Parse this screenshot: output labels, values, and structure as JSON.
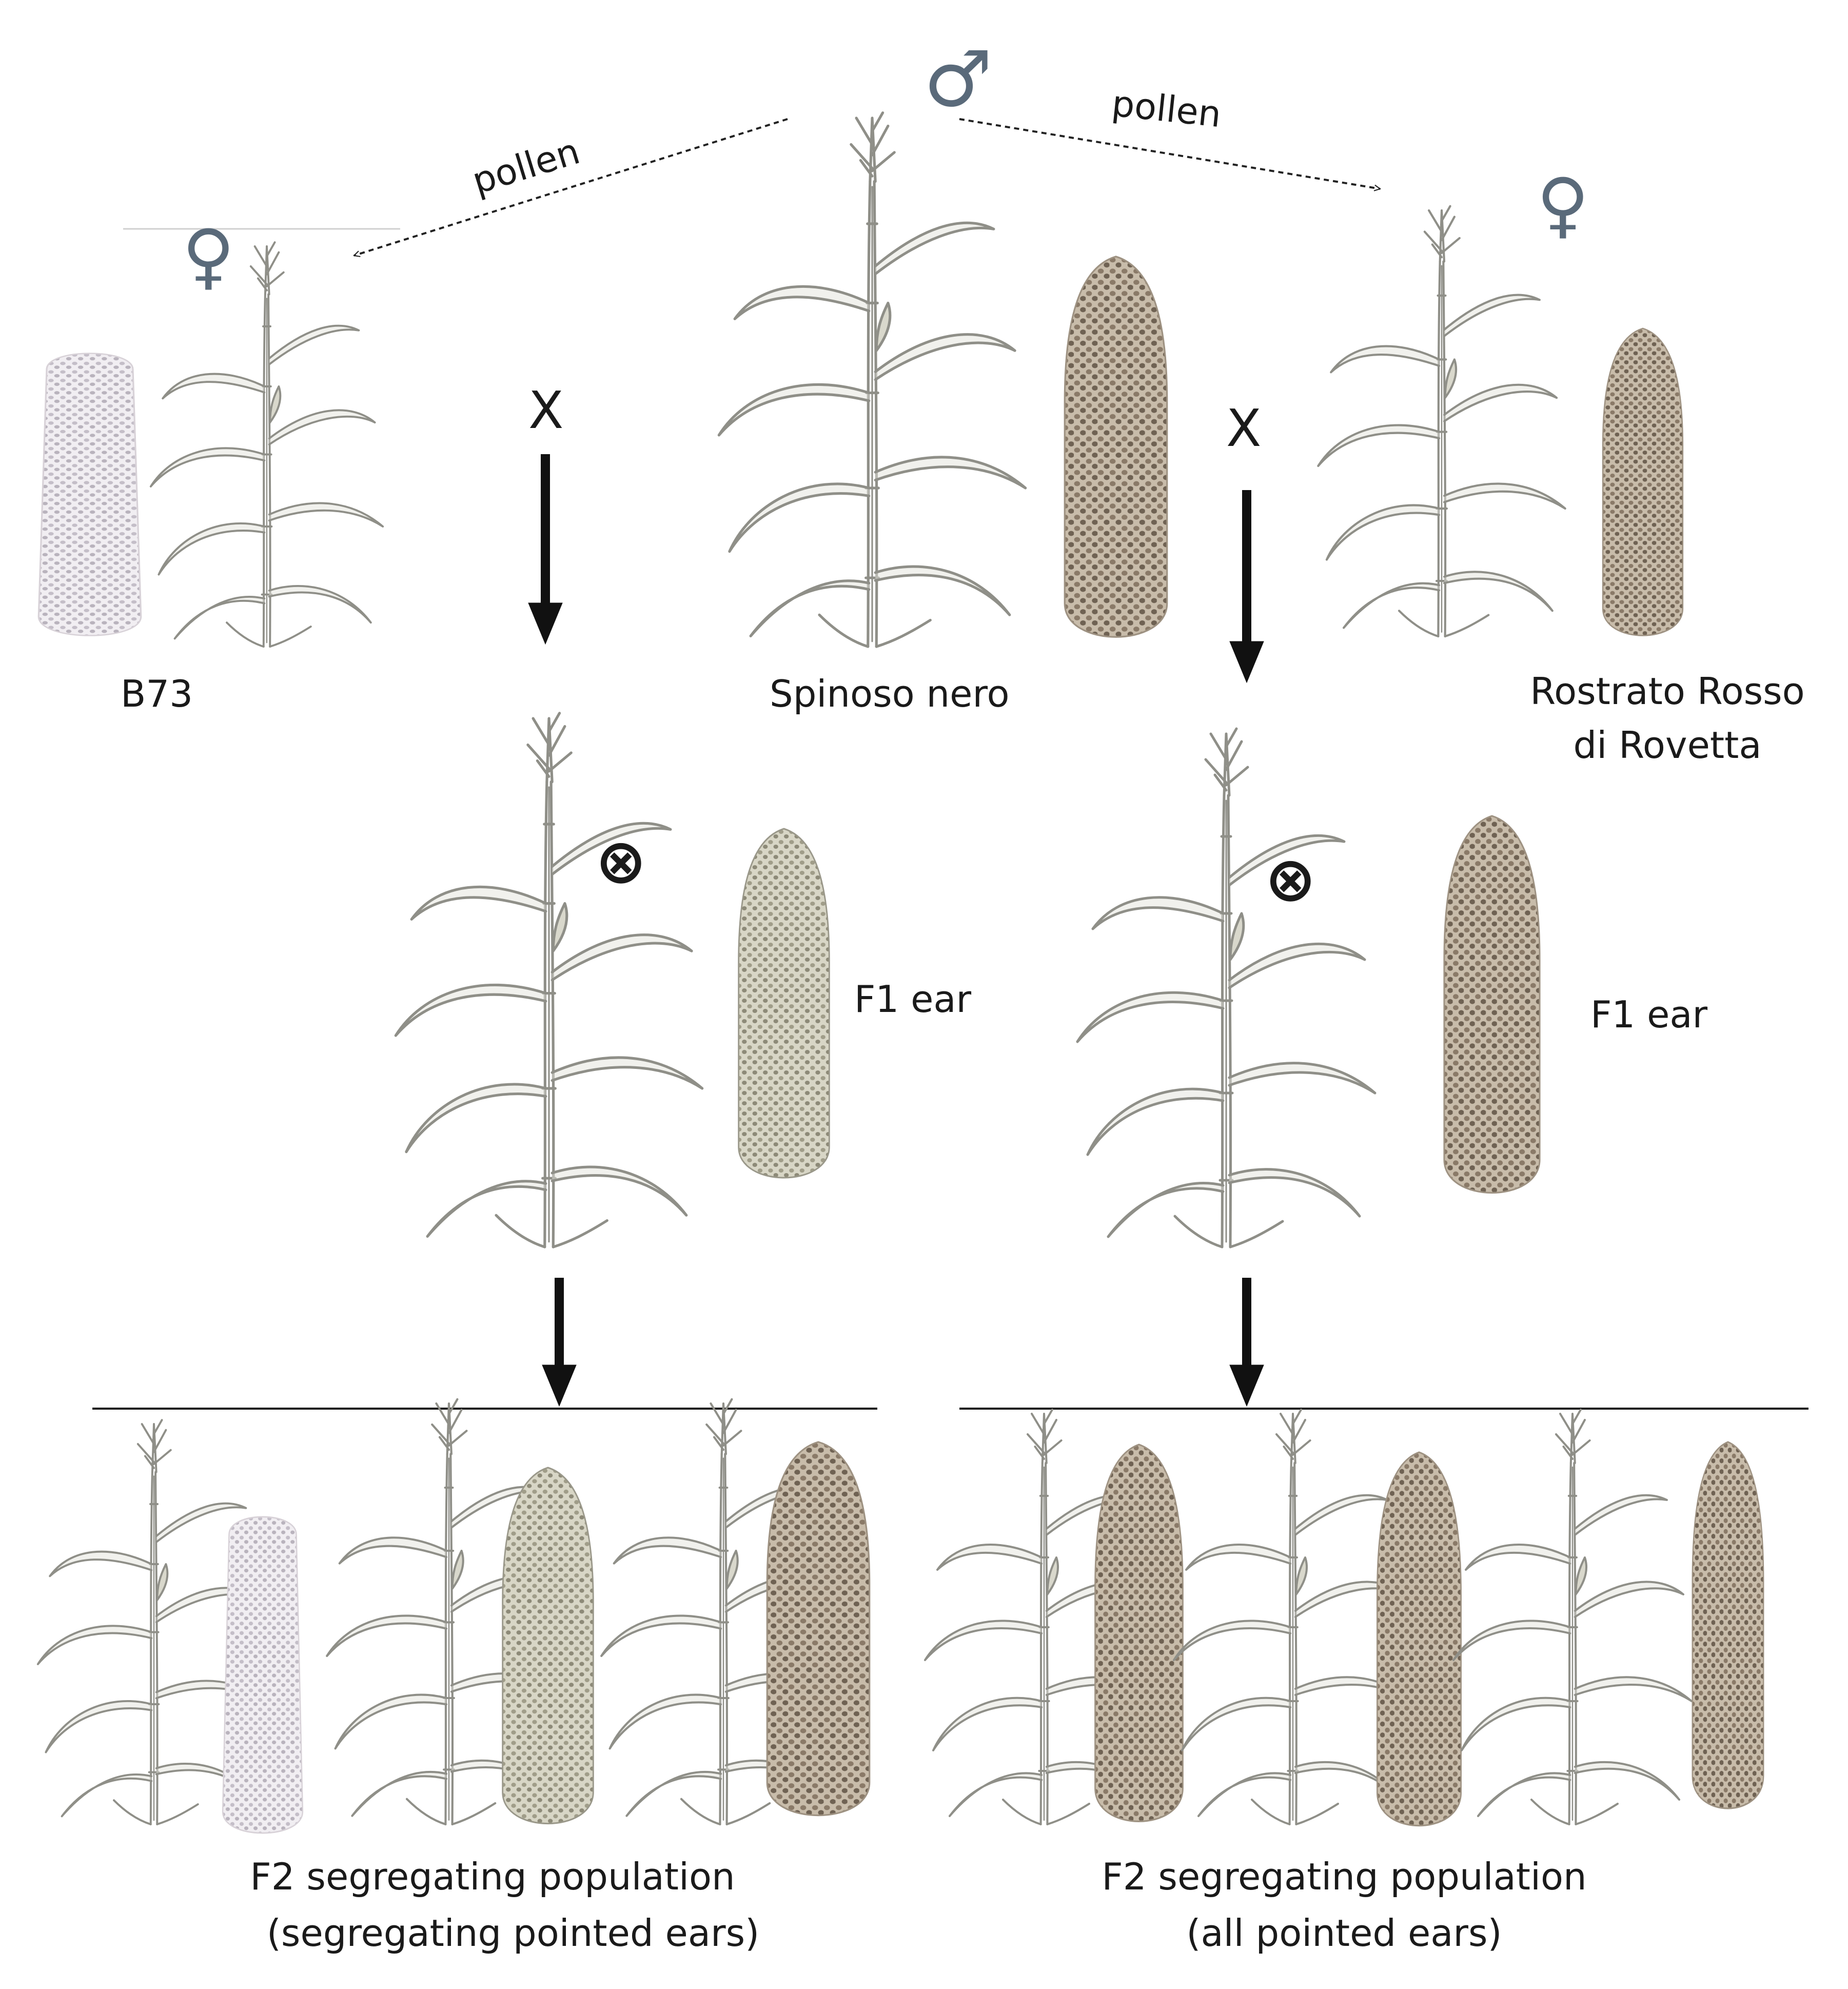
{
  "symbols": {
    "male": "♂",
    "female": "♀",
    "cross": "X",
    "selfing": "⊗"
  },
  "labels": {
    "pollen_left": "pollen",
    "pollen_right": "pollen",
    "parent_b73": "B73",
    "parent_spinoso": "Spinoso nero",
    "parent_rostrato_line1": "Rostrato Rosso",
    "parent_rostrato_line2": "di Rovetta",
    "f1_ear_left": "F1 ear",
    "f1_ear_right": "F1 ear",
    "f2_left_line1": "F2 segregating population",
    "f2_left_line2": "(segregating pointed ears)",
    "f2_right_line1": "F2 segregating population",
    "f2_right_line2": "(all pointed ears)"
  },
  "colors": {
    "plant_stroke": "#8f8f88",
    "plant_fill": "#e4e4dc",
    "ear_white": "#f1eef2",
    "ear_white_dots": "#b9b3bd",
    "ear_light": "#c9c7b4",
    "ear_light_dots": "#8d8a78",
    "ear_brown": "#b9ab98",
    "ear_brown_dots": "#6f6253",
    "arrow": "#111111",
    "text": "#1a1a1a"
  }
}
